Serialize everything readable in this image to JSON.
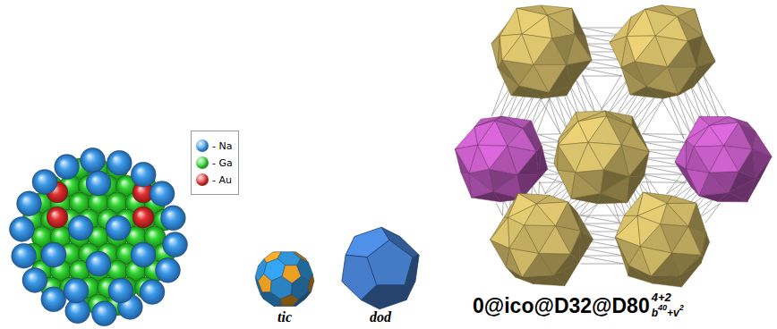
{
  "diagram": {
    "labels": [
      "tic",
      "dod",
      "0@ico@D32@D80",
      "4+2",
      "b",
      "40",
      "+v",
      "2"
    ],
    "legend": [
      {
        "text": "- Na",
        "color": "#3d9be9"
      },
      {
        "text": "- Ga",
        "color": "#33d633"
      },
      {
        "text": "- Au",
        "color": "#e03030"
      }
    ]
  }
}
